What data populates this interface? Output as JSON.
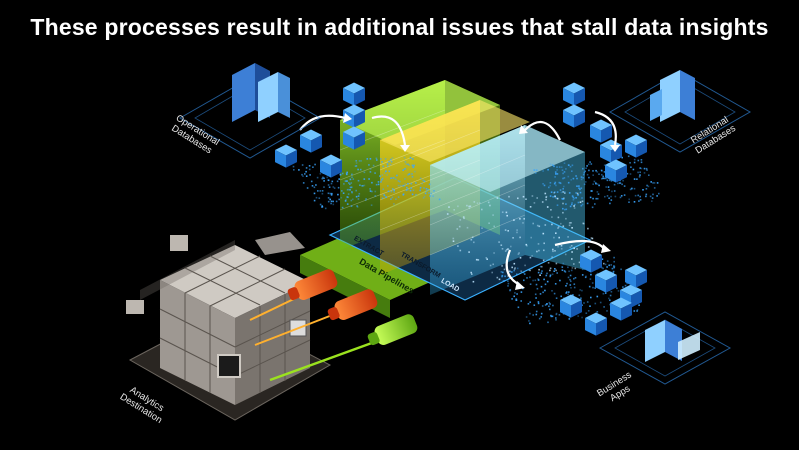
{
  "title": "These processes result in additional issues that stall data insights",
  "labels": {
    "operational": "Operational\nDatabases",
    "relational": "Relational\nDatabases",
    "business": "Business\nApps",
    "analytics": "Analytics\nDestination",
    "data_pipelines": "Data Pipelines",
    "extract": "EXTRACT",
    "transform": "TRANSFORM",
    "load": "LOAD"
  },
  "colors": {
    "green": "#9be21f",
    "yellow": "#f2d21a",
    "cyan": "#5ad8ff",
    "blue": "#1e88e5",
    "orange": "#ff6a1a",
    "lime": "#b6ff2a"
  }
}
